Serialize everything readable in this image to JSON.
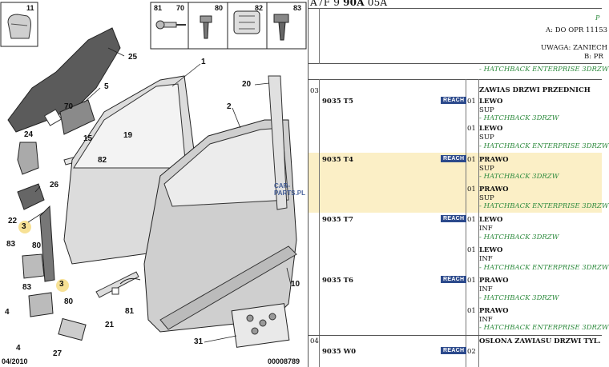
{
  "diagram": {
    "callouts": [
      "1",
      "2",
      "3",
      "3",
      "4",
      "4",
      "5",
      "10",
      "15",
      "19",
      "20",
      "21",
      "22",
      "24",
      "25",
      "26",
      "27",
      "31",
      "70",
      "80",
      "80",
      "81",
      "82",
      "83",
      "83"
    ],
    "box_labels": [
      "11",
      "81",
      "70",
      "80",
      "82",
      "83"
    ],
    "footer_left": "04/2010",
    "footer_right": "00008789",
    "watermark": "CAR-PARTS.PL"
  },
  "catalog": {
    "ref_prefix": "A7F 9 ",
    "ref_bold": "90A",
    "ref_suffix": " 05A",
    "corner_mark": "P",
    "note_a": "A: DO OPR 11153",
    "note_uwaga": "UWAGA: ZANIECH",
    "note_b": "B: PR",
    "top_variant": "- HATCHBACK ENTERPRISE 3DRZW",
    "reach_label": "REACH",
    "sections": [
      {
        "section": "03",
        "ref": "9035 T5",
        "title": "ZAWIAS DRZWI PRZEDNICH",
        "lines": [
          {
            "qty": "01",
            "name": "LEWO",
            "sub": "SUP",
            "variant": "- HATCHBACK 3DRZW"
          },
          {
            "qty": "01",
            "name": "LEWO",
            "sub": "SUP",
            "variant": "- HATCHBACK ENTERPRISE 3DRZW"
          }
        ]
      },
      {
        "section": "",
        "ref": "9035 T4",
        "lines": [
          {
            "qty": "01",
            "name": "PRAWO",
            "sub": "SUP",
            "variant": "- HATCHBACK 3DRZW"
          },
          {
            "qty": "01",
            "name": "PRAWO",
            "sub": "SUP",
            "variant": "- HATCHBACK ENTERPRISE 3DRZW"
          }
        ]
      },
      {
        "section": "",
        "ref": "9035 T7",
        "lines": [
          {
            "qty": "01",
            "name": "LEWO",
            "sub": "INF",
            "variant": "- HATCHBACK 3DRZW"
          },
          {
            "qty": "01",
            "name": "LEWO",
            "sub": "INF",
            "variant": "- HATCHBACK ENTERPRISE 3DRZW"
          }
        ]
      },
      {
        "section": "",
        "ref": "9035 T6",
        "lines": [
          {
            "qty": "01",
            "name": "PRAWO",
            "sub": "INF",
            "variant": "- HATCHBACK 3DRZW"
          },
          {
            "qty": "01",
            "name": "PRAWO",
            "sub": "INF",
            "variant": "- HATCHBACK ENTERPRISE 3DRZW"
          }
        ]
      },
      {
        "section": "04",
        "ref": "9035 W0",
        "title": "OSLONA ZAWIASU DRZWI TYL.",
        "lines": [
          {
            "qty": "02",
            "name": "",
            "sub": "",
            "variant": ""
          }
        ]
      }
    ]
  },
  "colors": {
    "highlight": "#fbefc6",
    "reach_badge": "#2c4a8c",
    "variant_text": "#2e8b3e",
    "callout_highlight": "#f5d97a"
  }
}
